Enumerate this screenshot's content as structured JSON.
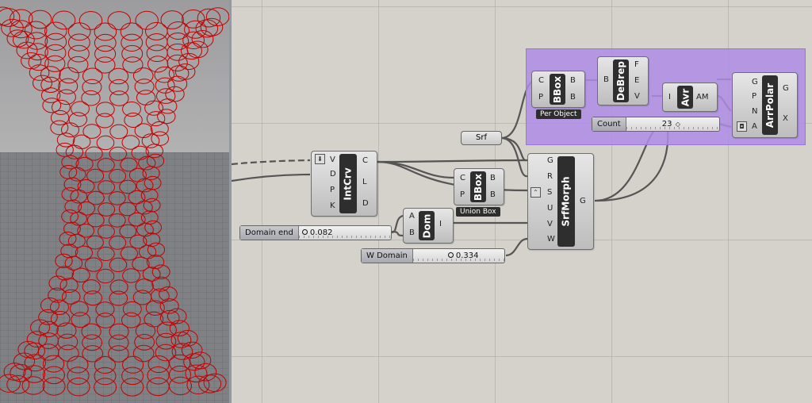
{
  "components": {
    "srf": {
      "label": "Srf"
    },
    "intcrv": {
      "name": "IntCrv",
      "inputs": [
        "V",
        "D",
        "P",
        "K"
      ],
      "outputs": [
        "C",
        "L",
        "D"
      ]
    },
    "bbox1": {
      "name": "BBox",
      "inputs": [
        "C",
        "P"
      ],
      "outputs": [
        "B",
        "B"
      ],
      "caption": "Per Object"
    },
    "bbox2": {
      "name": "BBox",
      "inputs": [
        "C",
        "P"
      ],
      "outputs": [
        "B",
        "B"
      ],
      "caption": "Union Box"
    },
    "debrep": {
      "name": "DeBrep",
      "inputs": [
        "B"
      ],
      "outputs": [
        "F",
        "E",
        "V"
      ]
    },
    "avr": {
      "name": "Avr",
      "inputs": [
        "I"
      ],
      "outputs": [
        "AM"
      ]
    },
    "arrpolar": {
      "name": "ArrPolar",
      "inputs": [
        "G",
        "P",
        "N",
        "A"
      ],
      "outputs": [
        "G",
        "X"
      ]
    },
    "srfmorph": {
      "name": "SrfMorph",
      "inputs": [
        "G",
        "R",
        "S",
        "U",
        "V",
        "W"
      ],
      "outputs": [
        "G"
      ]
    },
    "dom": {
      "name": "Dom",
      "inputs": [
        "A",
        "B"
      ],
      "outputs": [
        "I"
      ]
    }
  },
  "sliders": {
    "count": {
      "label": "Count",
      "value": "23"
    },
    "domain_end": {
      "label": "Domain end",
      "value": "0.082"
    },
    "w_domain": {
      "label": "W Domain",
      "value": "0.334"
    }
  },
  "colors": {
    "canvas": "#d4d2cb",
    "group": "#ae8ce8",
    "geometry": "#cc0000",
    "viewport_sky": "#a9a9aa",
    "viewport_floor": "#7b7d80"
  },
  "icons": [
    "arrow-down-icon",
    "toggle-icon"
  ]
}
